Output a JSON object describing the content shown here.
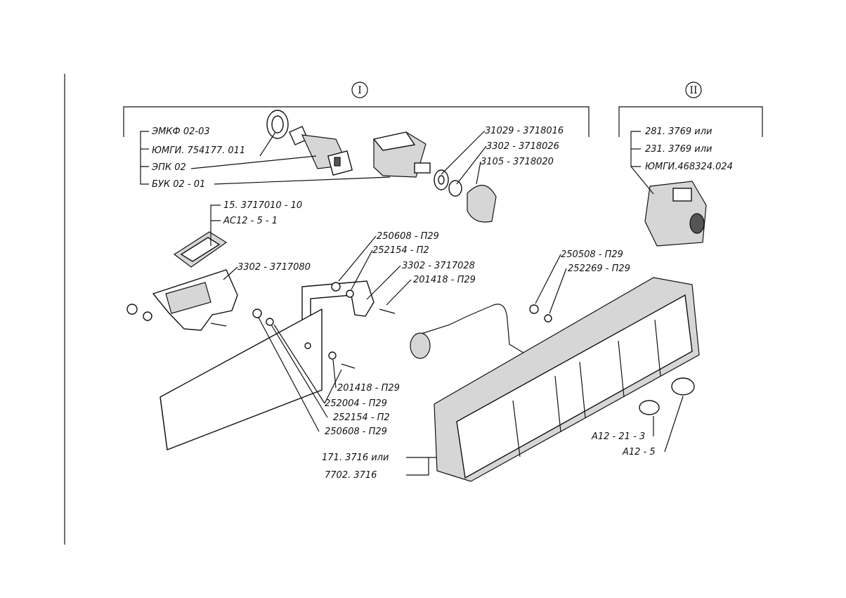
{
  "sections": [
    {
      "id": "I",
      "roman": "I"
    },
    {
      "id": "II",
      "roman": "II"
    }
  ],
  "labels": {
    "emkf": "ЭМКФ 02-03",
    "yumgi1": "ЮМГИ. 754177. 011",
    "epk": "ЭПК 02",
    "buk": "БУК 02 - 01",
    "p31029": "31029 - 3718016",
    "p3302_026": "3302 - 3718026",
    "p3105": "3105 - 3718020",
    "p281": "281. 3769 или",
    "p231": "231. 3769 или",
    "yumgi2": "ЮМГИ.468324.024",
    "p15": "15. 3717010 - 10",
    "ac12": "АС12 - 5 - 1",
    "p3302_080": "3302 - 3717080",
    "p250608a": "250608 - П29",
    "p252154a": "252154 - П2",
    "p3302_028": "3302 - 3717028",
    "p201418a": "201418 - П29",
    "p250508": "250508 - П29",
    "p252269": "252269 - П29",
    "p201418b": "201418 - П29",
    "p252004": "252004 - П29",
    "p252154b": "252154 - П2",
    "p250608b": "250608 - П29",
    "p171": "171. 3716 или",
    "p7702": "7702. 3716",
    "a12_21": "А12 - 21 - 3",
    "a12_5": "А12 - 5"
  }
}
